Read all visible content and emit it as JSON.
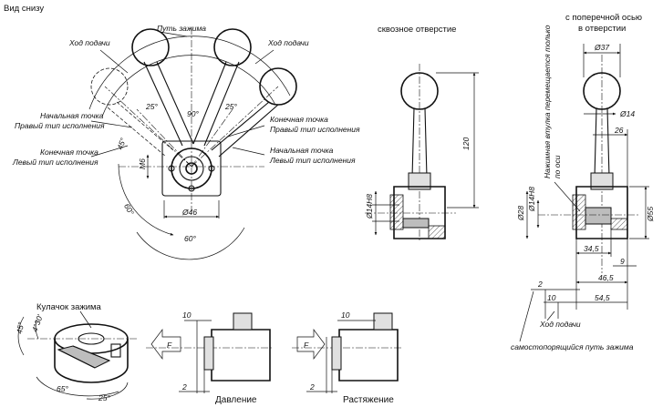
{
  "header": {
    "view_label": "Вид снизу"
  },
  "top_view": {
    "clamp_path": "Путь зажима",
    "feed_travel_left": "Ход подачи",
    "feed_travel_right": "Ход подачи",
    "start_point_right_1": "Начальная точка",
    "start_point_right_2": "Правый тип исполнения",
    "end_point_left_1": "Конечная точка",
    "end_point_left_2": "Левый тип исполнения",
    "end_point_right_1": "Конечная точка",
    "end_point_right_2": "Правый тип исполнения",
    "start_point_left_1": "Начальная точка",
    "start_point_left_2": "Левый тип исполнения",
    "angle_25_left": "25°",
    "angle_90": "90°",
    "angle_25_right": "25°",
    "angle_45": "45°",
    "angle_60_left": "60°",
    "angle_60_bottom": "60°",
    "thread_m6": "M6",
    "diameter_46": "Ø46"
  },
  "through_hole_view": {
    "title": "сквозное отверстие",
    "dim_120": "120",
    "dim_d14h8": "Ø14H8"
  },
  "cross_axis_view": {
    "title_1": "с поперечной осью",
    "title_2": "в отверстии",
    "dim_d37": "Ø37",
    "dim_d14": "Ø14",
    "dim_26": "26",
    "dim_d14h8": "Ø14H8",
    "dim_d28": "Ø28",
    "dim_d55": "Ø55",
    "dim_34_5": "34,5",
    "dim_9": "9",
    "dim_46_5": "46,5",
    "dim_2": "2",
    "dim_10": "10",
    "dim_54_5": "54,5",
    "bushing_note_1": "Нажимная втулка перемещается только",
    "bushing_note_2": "по оси",
    "feed_travel": "Ход подачи",
    "self_locking": "самостопорящийся путь зажима"
  },
  "cam_view": {
    "title": "Кулачок зажима",
    "angle_45": "45°",
    "angle_4_30": "4°30'",
    "angle_65": "65°",
    "angle_25": "25°"
  },
  "pressure_view": {
    "force": "F",
    "dim_10": "10",
    "dim_2": "2",
    "caption": "Давление"
  },
  "tension_view": {
    "force": "F",
    "dim_10": "10",
    "dim_2": "2",
    "caption": "Растяжение"
  }
}
